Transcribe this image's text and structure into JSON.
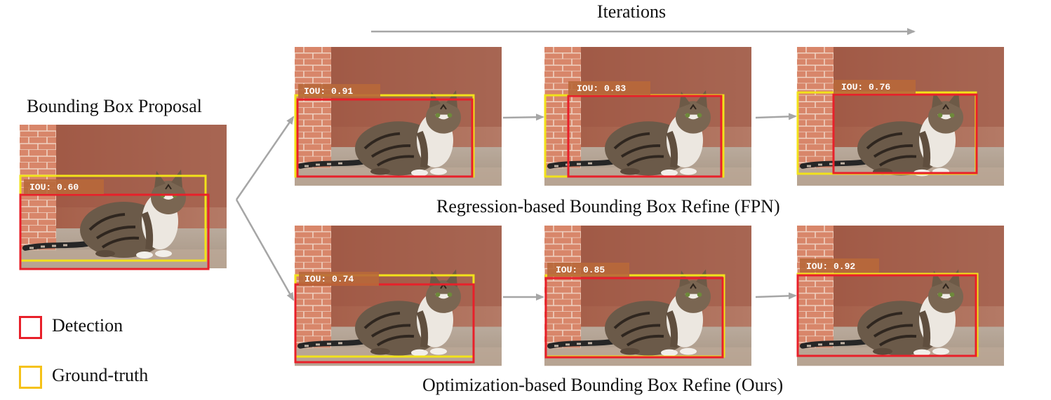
{
  "iterations_label": "Iterations",
  "proposal_title": "Bounding Box Proposal",
  "regression_caption": "Regression-based Bounding Box Refine (FPN)",
  "optimization_caption": "Optimization-based Bounding Box Refine (Ours)",
  "legend": {
    "detection": {
      "label": "Detection",
      "color": "#e8202a"
    },
    "ground_truth": {
      "label": "Ground-truth",
      "color": "#f5c218"
    }
  },
  "colors": {
    "detection": "#e8202a",
    "ground_truth": "#f2e21a",
    "arrow": "#a6a6a6",
    "iou_badge": "#b8683a"
  },
  "panels": {
    "proposal": {
      "iou": "IOU: 0.60"
    },
    "regression": [
      {
        "iou": "IOU: 0.91"
      },
      {
        "iou": "IOU: 0.83"
      },
      {
        "iou": "IOU: 0.76"
      }
    ],
    "optimization": [
      {
        "iou": "IOU: 0.74"
      },
      {
        "iou": "IOU: 0.85"
      },
      {
        "iou": "IOU: 0.92"
      }
    ]
  }
}
